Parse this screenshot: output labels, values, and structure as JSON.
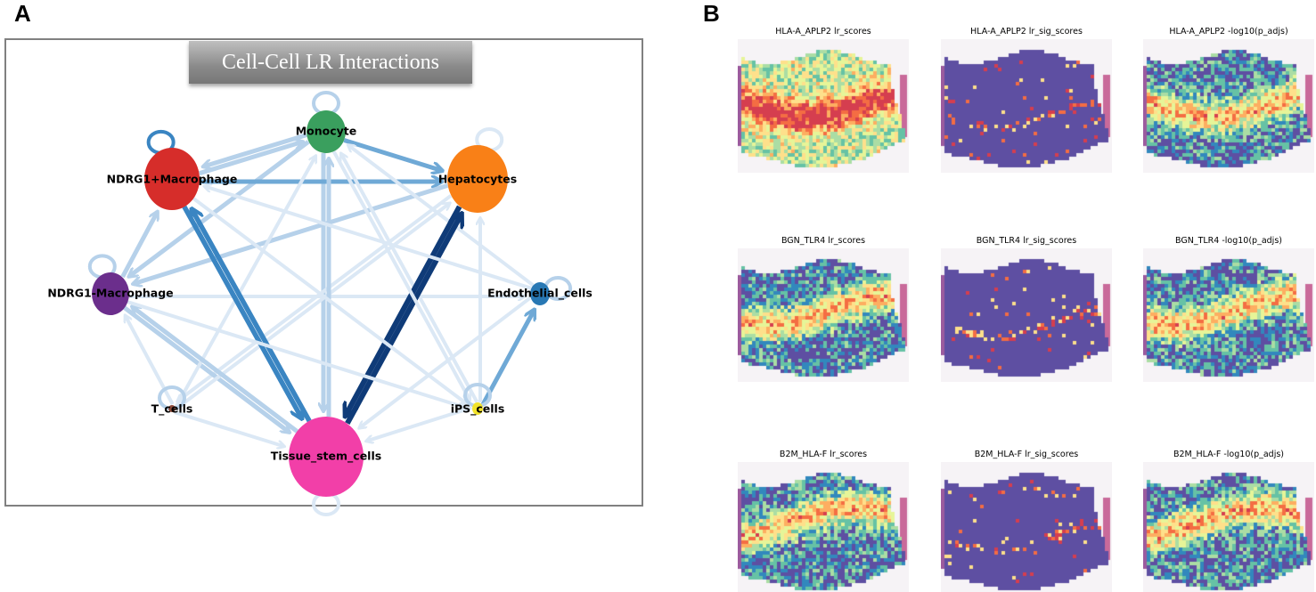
{
  "panel_a": {
    "letter": "A",
    "title": "Cell-Cell LR Interactions",
    "nodes": [
      {
        "id": "monocyte",
        "label": "Monocyte",
        "color": "#3a9f5e"
      },
      {
        "id": "ndrg1p",
        "label": "NDRG1+Macrophage",
        "color": "#d62d2a"
      },
      {
        "id": "hepatocytes",
        "label": "Hepatocytes",
        "color": "#f98017"
      },
      {
        "id": "ndrg1m",
        "label": "NDRG1-Macrophage",
        "color": "#6b2e8c"
      },
      {
        "id": "endothelial",
        "label": "Endothelial_cells",
        "color": "#2878b4"
      },
      {
        "id": "tcells",
        "label": "T_cells",
        "color": "#8b4a3a"
      },
      {
        "id": "ips",
        "label": "iPS_cells",
        "color": "#f2e32a"
      },
      {
        "id": "tissue",
        "label": "Tissue_stem_cells",
        "color": "#f23fa8"
      }
    ],
    "edge_colors": {
      "weak": "#dbe8f5",
      "light": "#b6d1ea",
      "medium": "#6fa9d6",
      "strong": "#3a85c2",
      "strongest": "#0f3b78"
    }
  },
  "panel_b": {
    "letter": "B",
    "colormap": "Spectral",
    "rows": [
      {
        "titles": [
          "HLA-A_APLP2 lr_scores",
          "HLA-A_APLP2 lr_sig_scores",
          "HLA-A_APLP2 -log10(p_adjs)"
        ]
      },
      {
        "titles": [
          "BGN_TLR4 lr_scores",
          "BGN_TLR4 lr_sig_scores",
          "BGN_TLR4 -log10(p_adjs)"
        ]
      },
      {
        "titles": [
          "B2M_HLA-F lr_scores",
          "B2M_HLA-F lr_sig_scores",
          "B2M_HLA-F -log10(p_adjs)"
        ]
      }
    ]
  }
}
